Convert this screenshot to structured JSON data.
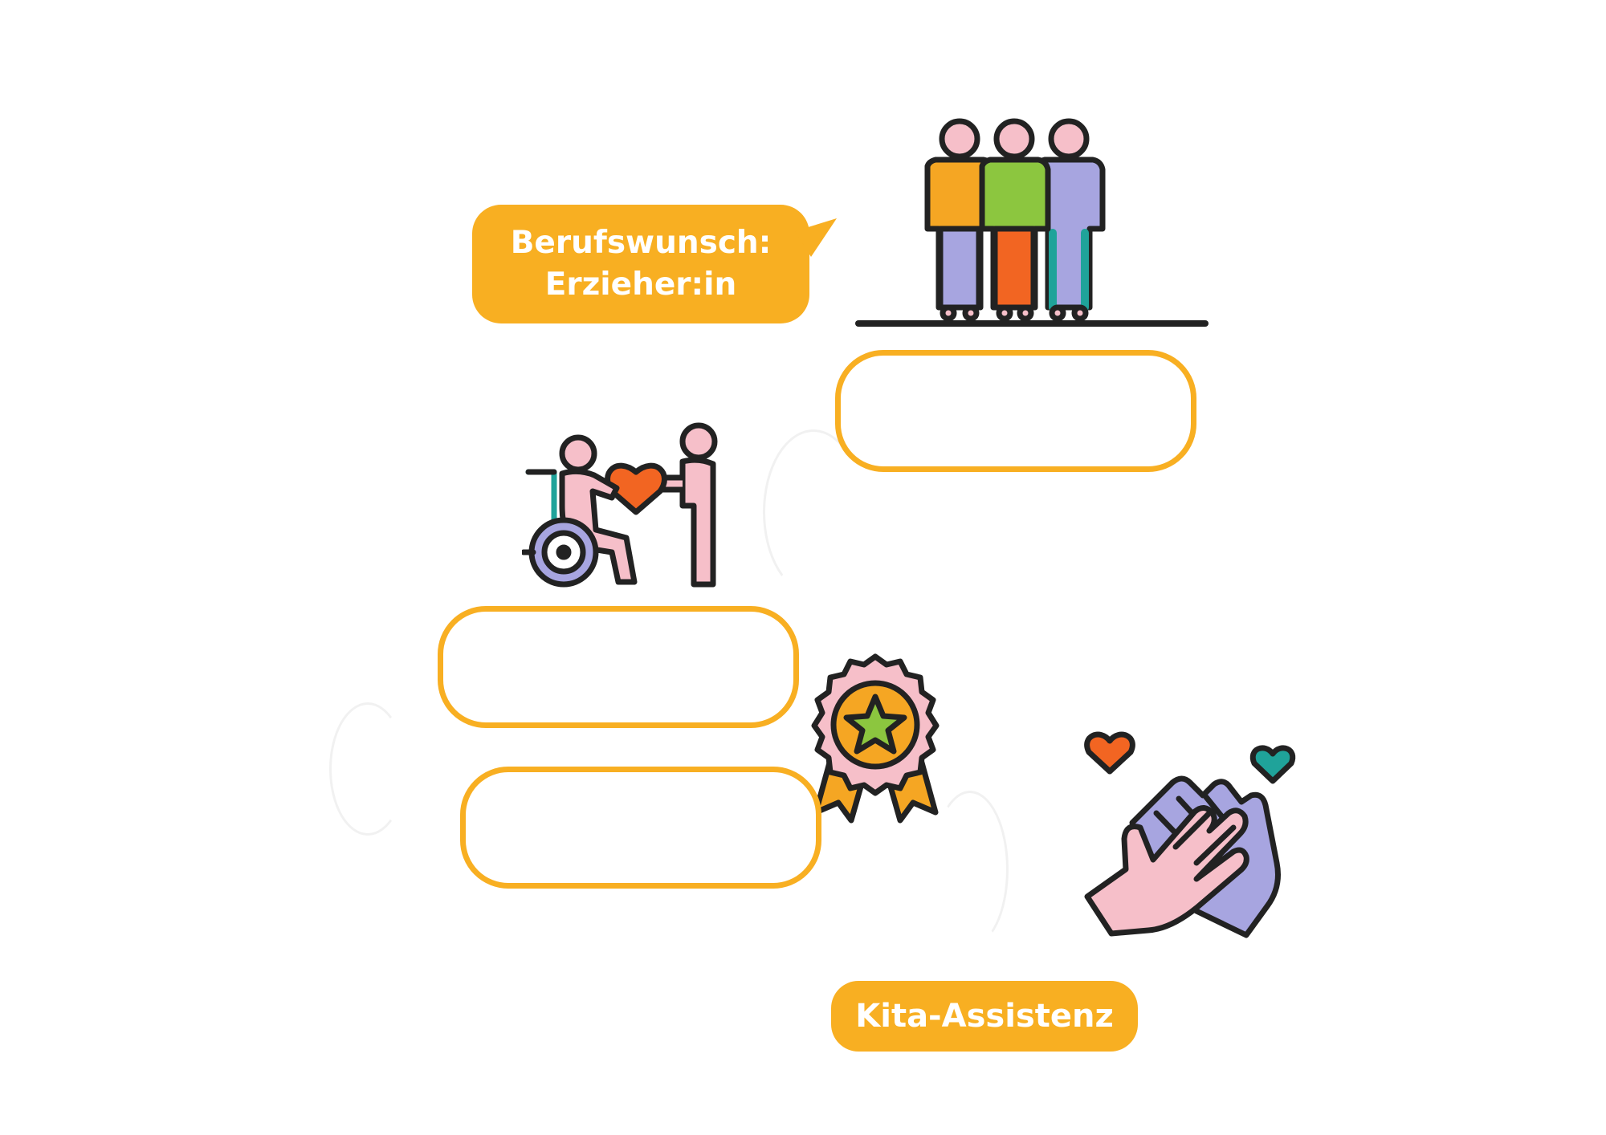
{
  "speech_bubble": {
    "line1": "Berufswunsch:",
    "line2": "Erzieher:in"
  },
  "kita_label": "Kita-Assistenz",
  "blank_boxes": [
    "",
    "",
    ""
  ],
  "icons": {
    "group": "group-of-people-icon",
    "care": "wheelchair-care-icon",
    "award": "award-ribbon-icon",
    "hands": "helping-hands-icon"
  },
  "colors": {
    "accent": "#F8AF22",
    "outline": "#222222",
    "skin": "#F6BFC9",
    "orange": "#F5A623",
    "green": "#8CC63F",
    "lavender": "#A7A5E0",
    "red": "#F26522",
    "teal": "#1FA39A"
  }
}
